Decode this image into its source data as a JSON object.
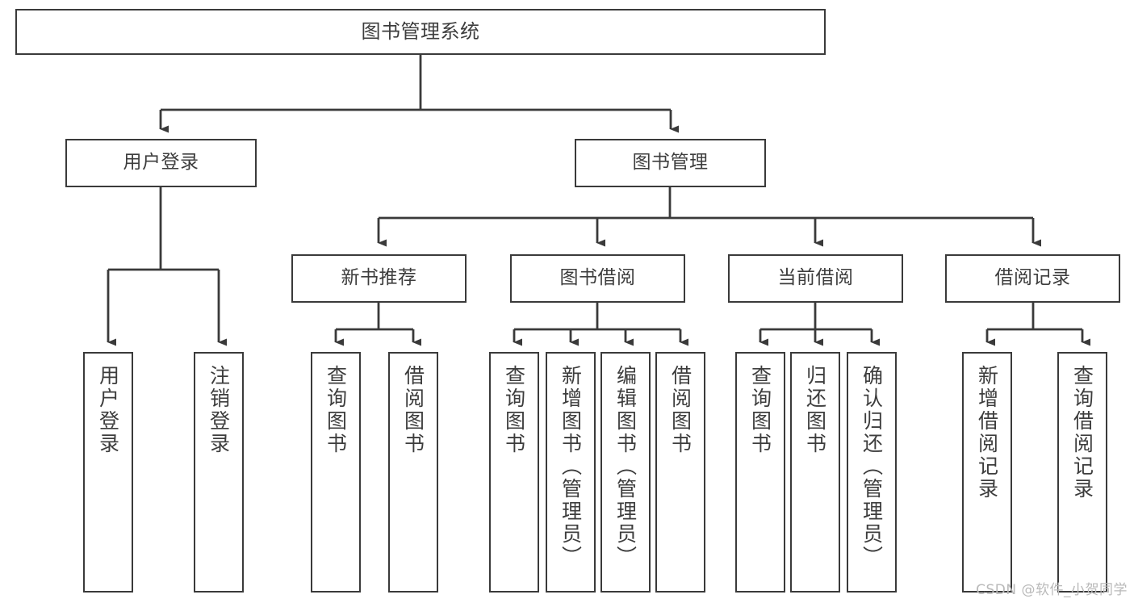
{
  "diagram": {
    "title": "图书管理系统",
    "type": "tree-hierarchy-chart",
    "colors": {
      "box_border": "#3a3a3a",
      "line": "#3a3a3a",
      "text": "#3d3d3d",
      "background": "#ffffff",
      "watermark": "#b9b9b9"
    },
    "root": {
      "label": "图书管理系统"
    },
    "level2": [
      {
        "label": "用户登录"
      },
      {
        "label": "图书管理"
      }
    ],
    "level3": [
      {
        "label": "新书推荐"
      },
      {
        "label": "图书借阅"
      },
      {
        "label": "当前借阅"
      },
      {
        "label": "借阅记录"
      }
    ],
    "leaves": {
      "user_login": [
        {
          "label": "用户登录"
        },
        {
          "label": "注销登录"
        }
      ],
      "new_book_recommend": [
        {
          "label": "查询图书"
        },
        {
          "label": "借阅图书"
        }
      ],
      "book_borrow": [
        {
          "label": "查询图书"
        },
        {
          "label": "新增图书（管理员）"
        },
        {
          "label": "编辑图书（管理员）"
        },
        {
          "label": "借阅图书"
        }
      ],
      "current_borrow": [
        {
          "label": "查询图书"
        },
        {
          "label": "归还图书"
        },
        {
          "label": "确认归还（管理员）"
        }
      ],
      "borrow_record": [
        {
          "label": "新增借阅记录"
        },
        {
          "label": "查询借阅记录"
        }
      ]
    }
  },
  "watermark": {
    "text": "CSDN @软件_小贺同学"
  }
}
